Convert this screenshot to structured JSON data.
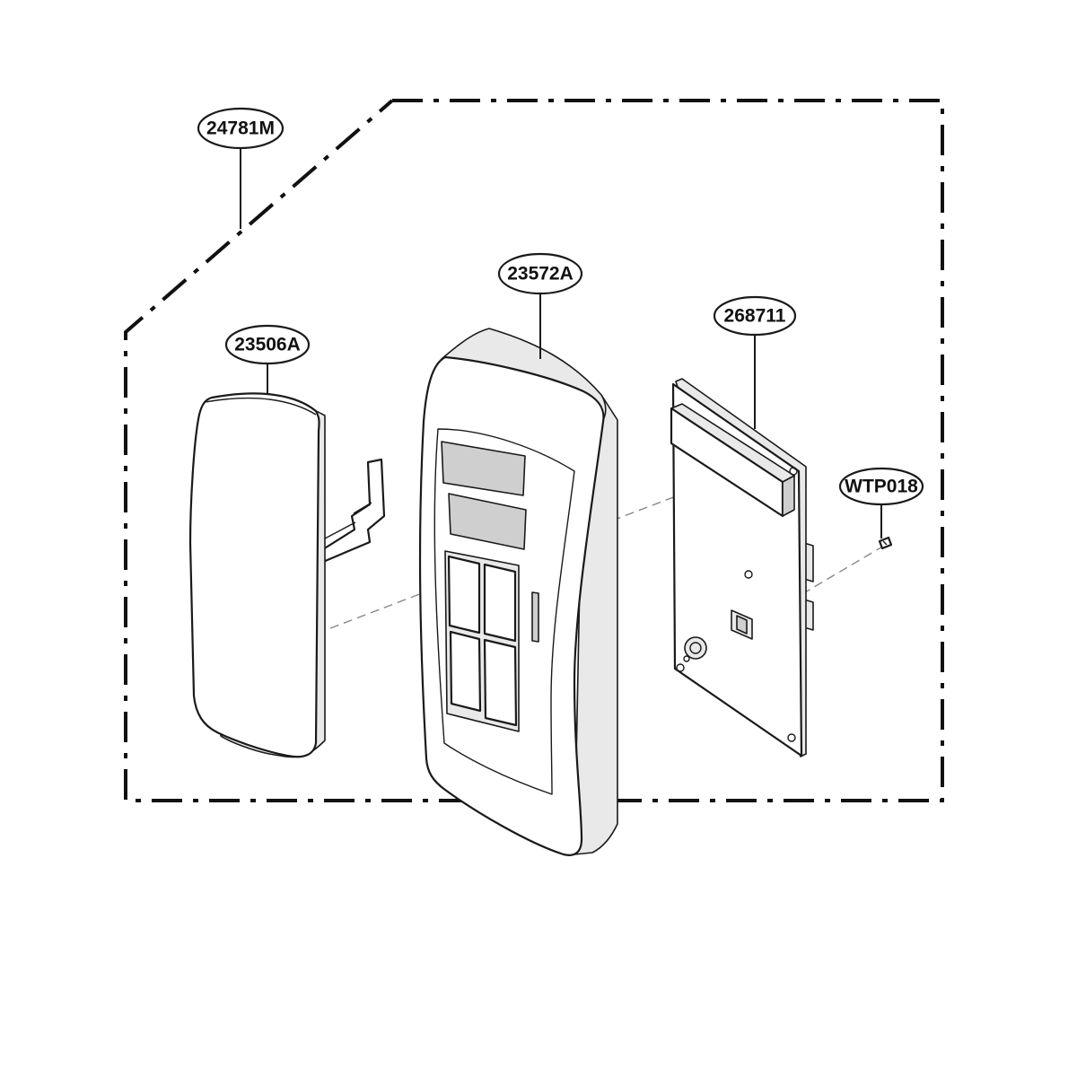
{
  "callouts": {
    "assembly": "24781M",
    "front_panel": "23506A",
    "control_housing": "23572A",
    "pcb": "268711",
    "screw": "WTP018"
  }
}
